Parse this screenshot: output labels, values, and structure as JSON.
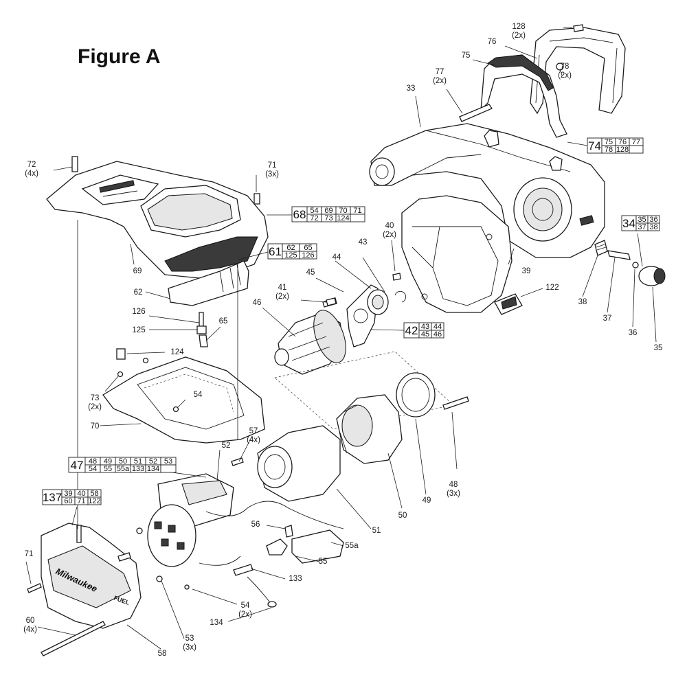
{
  "title": "Figure A",
  "labels": [
    {
      "id": "128",
      "text": "128",
      "qty": "(2x)"
    },
    {
      "id": "76",
      "text": "76",
      "qty": ""
    },
    {
      "id": "75",
      "text": "75",
      "qty": ""
    },
    {
      "id": "77",
      "text": "77",
      "qty": "(2x)"
    },
    {
      "id": "78",
      "text": "78",
      "qty": "(2x)"
    },
    {
      "id": "33",
      "text": "33",
      "qty": ""
    },
    {
      "id": "72",
      "text": "72",
      "qty": "(4x)"
    },
    {
      "id": "71a",
      "text": "71",
      "qty": "(3x)"
    },
    {
      "id": "69",
      "text": "69",
      "qty": ""
    },
    {
      "id": "40",
      "text": "40",
      "qty": "(2x)"
    },
    {
      "id": "43",
      "text": "43",
      "qty": ""
    },
    {
      "id": "44",
      "text": "44",
      "qty": ""
    },
    {
      "id": "45",
      "text": "45",
      "qty": ""
    },
    {
      "id": "39",
      "text": "39",
      "qty": ""
    },
    {
      "id": "41",
      "text": "41",
      "qty": "(2x)"
    },
    {
      "id": "46",
      "text": "46",
      "qty": ""
    },
    {
      "id": "122",
      "text": "122",
      "qty": ""
    },
    {
      "id": "38",
      "text": "38",
      "qty": ""
    },
    {
      "id": "37",
      "text": "37",
      "qty": ""
    },
    {
      "id": "36",
      "text": "36",
      "qty": ""
    },
    {
      "id": "35",
      "text": "35",
      "qty": ""
    },
    {
      "id": "62",
      "text": "62",
      "qty": ""
    },
    {
      "id": "126",
      "text": "126",
      "qty": ""
    },
    {
      "id": "125",
      "text": "125",
      "qty": ""
    },
    {
      "id": "65",
      "text": "65",
      "qty": ""
    },
    {
      "id": "124",
      "text": "124",
      "qty": ""
    },
    {
      "id": "73",
      "text": "73",
      "qty": "(2x)"
    },
    {
      "id": "54a",
      "text": "54",
      "qty": ""
    },
    {
      "id": "70",
      "text": "70",
      "qty": ""
    },
    {
      "id": "57",
      "text": "57",
      "qty": "(4x)"
    },
    {
      "id": "52",
      "text": "52",
      "qty": ""
    },
    {
      "id": "48",
      "text": "48",
      "qty": "(3x)"
    },
    {
      "id": "49",
      "text": "49",
      "qty": ""
    },
    {
      "id": "50",
      "text": "50",
      "qty": ""
    },
    {
      "id": "51",
      "text": "51",
      "qty": ""
    },
    {
      "id": "56",
      "text": "56",
      "qty": ""
    },
    {
      "id": "55a",
      "text": "55a",
      "qty": ""
    },
    {
      "id": "55",
      "text": "55",
      "qty": ""
    },
    {
      "id": "133",
      "text": "133",
      "qty": ""
    },
    {
      "id": "71b",
      "text": "71",
      "qty": ""
    },
    {
      "id": "54b",
      "text": "54",
      "qty": "(2x)"
    },
    {
      "id": "134",
      "text": "134",
      "qty": ""
    },
    {
      "id": "60",
      "text": "60",
      "qty": "(4x)"
    },
    {
      "id": "53",
      "text": "53",
      "qty": "(3x)"
    },
    {
      "id": "58",
      "text": "58",
      "qty": ""
    }
  ],
  "kits": [
    {
      "id": "74",
      "main": "74",
      "rows": [
        [
          "75",
          "76",
          "77"
        ],
        [
          "78",
          "128",
          ""
        ]
      ]
    },
    {
      "id": "68",
      "main": "68",
      "rows": [
        [
          "54",
          "69",
          "70",
          "71"
        ],
        [
          "72",
          "73",
          "124",
          ""
        ]
      ]
    },
    {
      "id": "61",
      "main": "61",
      "rows": [
        [
          "62",
          "65"
        ],
        [
          "125",
          "126"
        ]
      ]
    },
    {
      "id": "34",
      "main": "34",
      "rows": [
        [
          "35",
          "36"
        ],
        [
          "37",
          "38"
        ]
      ]
    },
    {
      "id": "42",
      "main": "42",
      "rows": [
        [
          "43",
          "44"
        ],
        [
          "45",
          "46"
        ]
      ]
    },
    {
      "id": "47",
      "main": "47",
      "rows": [
        [
          "48",
          "49",
          "50",
          "51",
          "52",
          "53"
        ],
        [
          "54",
          "55",
          "55a",
          "133",
          "134",
          ""
        ]
      ]
    },
    {
      "id": "137",
      "main": "137",
      "rows": [
        [
          "39",
          "40",
          "58"
        ],
        [
          "60",
          "71",
          "122"
        ]
      ]
    }
  ],
  "brand_text": "Milwaukee",
  "model_text": "FUEL"
}
